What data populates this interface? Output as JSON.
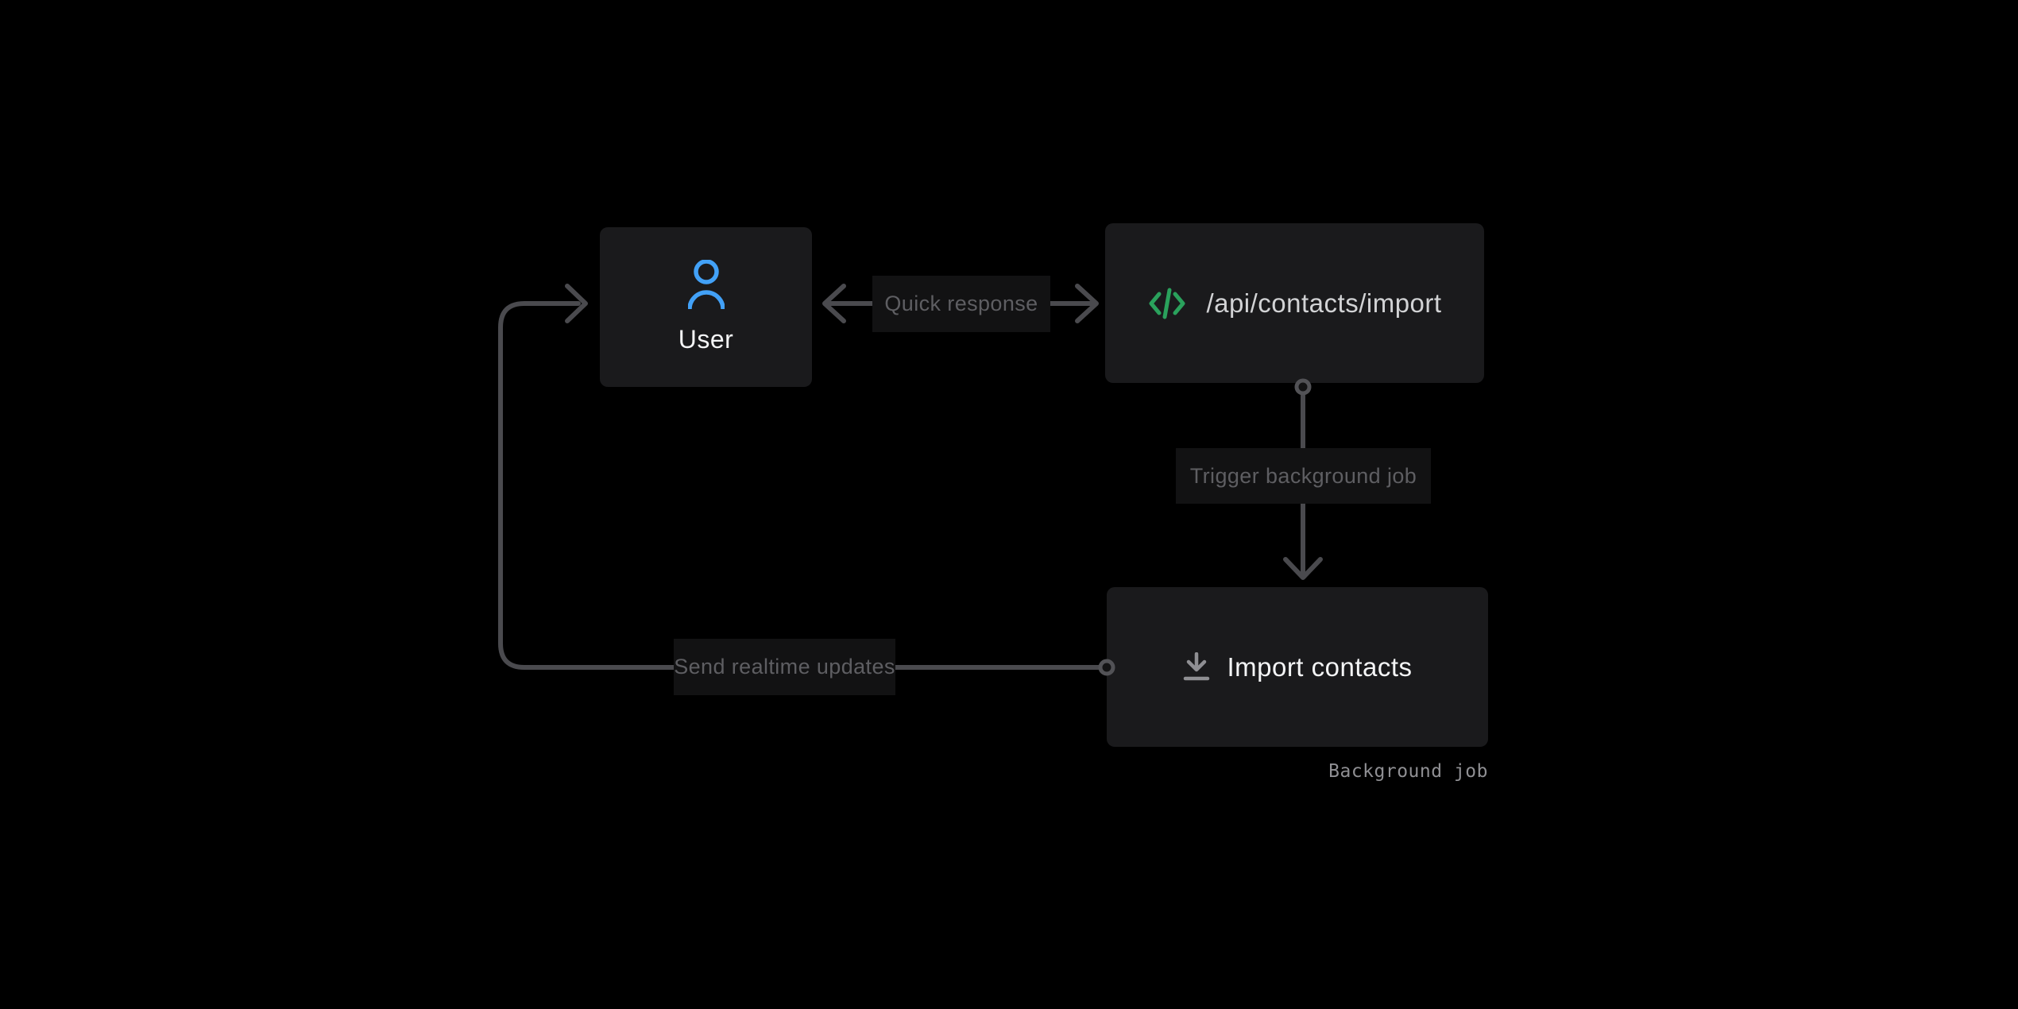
{
  "diagram": {
    "nodes": {
      "user": {
        "label": "User",
        "icon": "user-icon"
      },
      "api": {
        "label": "/api/contacts/import",
        "icon": "code-icon"
      },
      "import_job": {
        "label": "Import contacts",
        "icon": "download-icon",
        "caption": "Background job"
      }
    },
    "edges": {
      "quick_response": {
        "label": "Quick response",
        "direction": "bidirectional"
      },
      "trigger": {
        "label": "Trigger background job",
        "direction": "api-to-import"
      },
      "realtime": {
        "label": "Send realtime updates",
        "direction": "import-to-user"
      }
    }
  },
  "colors": {
    "bg": "#000000",
    "node-bg": "#1a1a1c",
    "label-bg": "#121213",
    "line": "#4a4a4e",
    "edge-text": "#5e5e62",
    "caption-text": "#8f8f93",
    "node-text": "#f4f5f6",
    "api-text": "#d2d3d5",
    "user-icon": "#42a1f7",
    "code-icon": "#2aa15c",
    "download-icon": "#8f8f93",
    "port-stroke": "#525256",
    "port-fill": "#131314"
  }
}
